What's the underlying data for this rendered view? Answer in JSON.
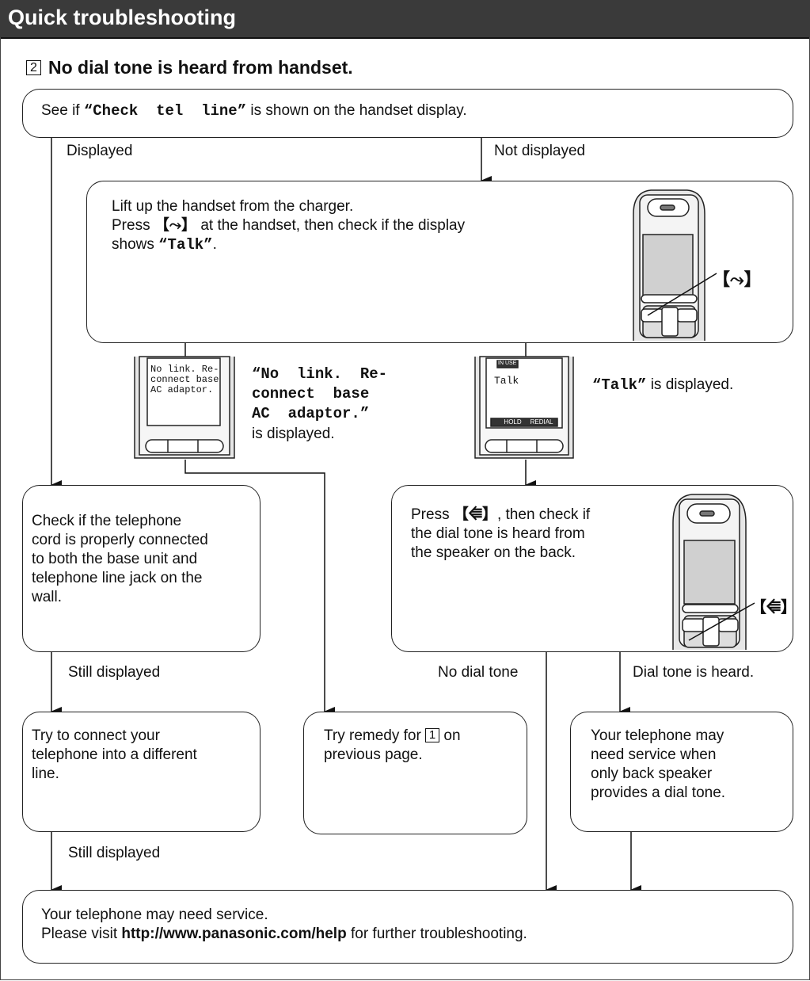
{
  "header": {
    "title": "Quick troubleshooting"
  },
  "section": {
    "number": "2",
    "title": "No dial tone is heard from handset."
  },
  "step_check_display": {
    "pre": "See if ",
    "code": "“Check  tel  line”",
    "post": " is shown on the handset display."
  },
  "branch_labels": {
    "displayed": "Displayed",
    "not_displayed": "Not displayed",
    "still_displayed_1": "Still displayed",
    "still_displayed_2": "Still displayed",
    "no_dial_tone": "No dial tone",
    "dial_tone_heard": "Dial tone is heard."
  },
  "step_lift": {
    "line1": "Lift up the handset from the charger.",
    "line2_pre": "Press ",
    "line2_key": "【⤳】",
    "line2_post": " at the handset, then check if the display",
    "line3_pre": "shows ",
    "line3_code": "“Talk”",
    "line3_post": ".",
    "callout": "【⤳】"
  },
  "display_nolink": {
    "lcd_lines": [
      "No link. Re-",
      "connect base",
      "AC adaptor."
    ],
    "msg_line1": "“No  link.  Re-",
    "msg_line2": "connect  base",
    "msg_line3": "AC  adaptor.”",
    "msg_line4": "is displayed."
  },
  "display_talk": {
    "lcd_status": "IN USE",
    "lcd_text": "Talk",
    "softkeys": [
      "",
      "HOLD",
      "REDIAL"
    ],
    "msg_code": "“Talk”",
    "msg_post": " is displayed."
  },
  "step_cord": {
    "lines": [
      "Check if the telephone",
      "cord is properly connected",
      "to both the base unit and",
      "telephone line jack on the",
      "wall."
    ]
  },
  "step_speaker": {
    "line1_pre": "Press ",
    "line1_key": "【⭅】",
    "line1_post": ", then check if",
    "line2": "the dial tone is heard from",
    "line3": "the speaker on the back.",
    "callout": "【⭅】"
  },
  "step_different_line": {
    "lines": [
      "Try to connect your",
      "telephone into a different",
      "line."
    ]
  },
  "step_remedy": {
    "pre": "Try remedy for ",
    "num": "1",
    "post": " on",
    "line2": "previous page."
  },
  "step_back_speaker": {
    "lines": [
      "Your telephone may",
      "need service when",
      "only back speaker",
      "provides a dial tone."
    ]
  },
  "step_service": {
    "line1": "Your telephone may need service.",
    "line2_pre": "Please visit ",
    "line2_link": "http://www.panasonic.com/help",
    "line2_post": " for further troubleshooting."
  }
}
